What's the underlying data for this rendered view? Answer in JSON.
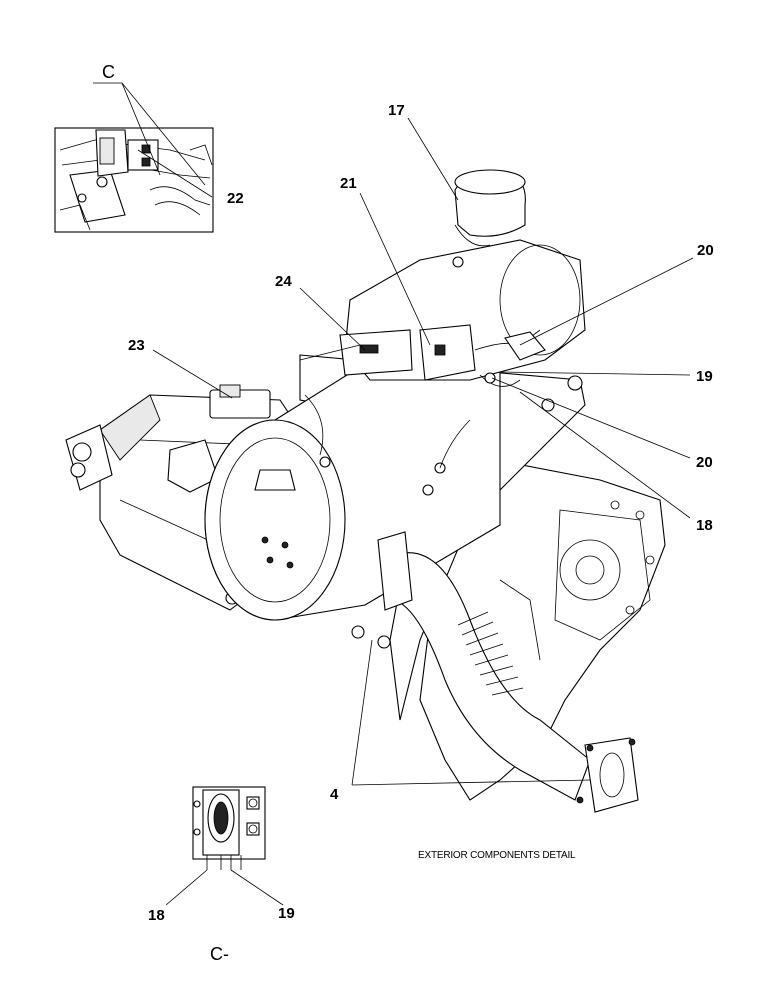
{
  "callouts": {
    "c17": "17",
    "c21": "21",
    "c20_upper": "20",
    "c24": "24",
    "c23": "23",
    "c19_right": "19",
    "c20_lower": "20",
    "c18_right": "18",
    "c22": "22",
    "c4": "4",
    "c18_detail": "18",
    "c19_detail": "19"
  },
  "view_labels": {
    "inset_view": "C",
    "detail_view": "C-"
  },
  "caption": "EXTERIOR COMPONENTS DETAIL"
}
